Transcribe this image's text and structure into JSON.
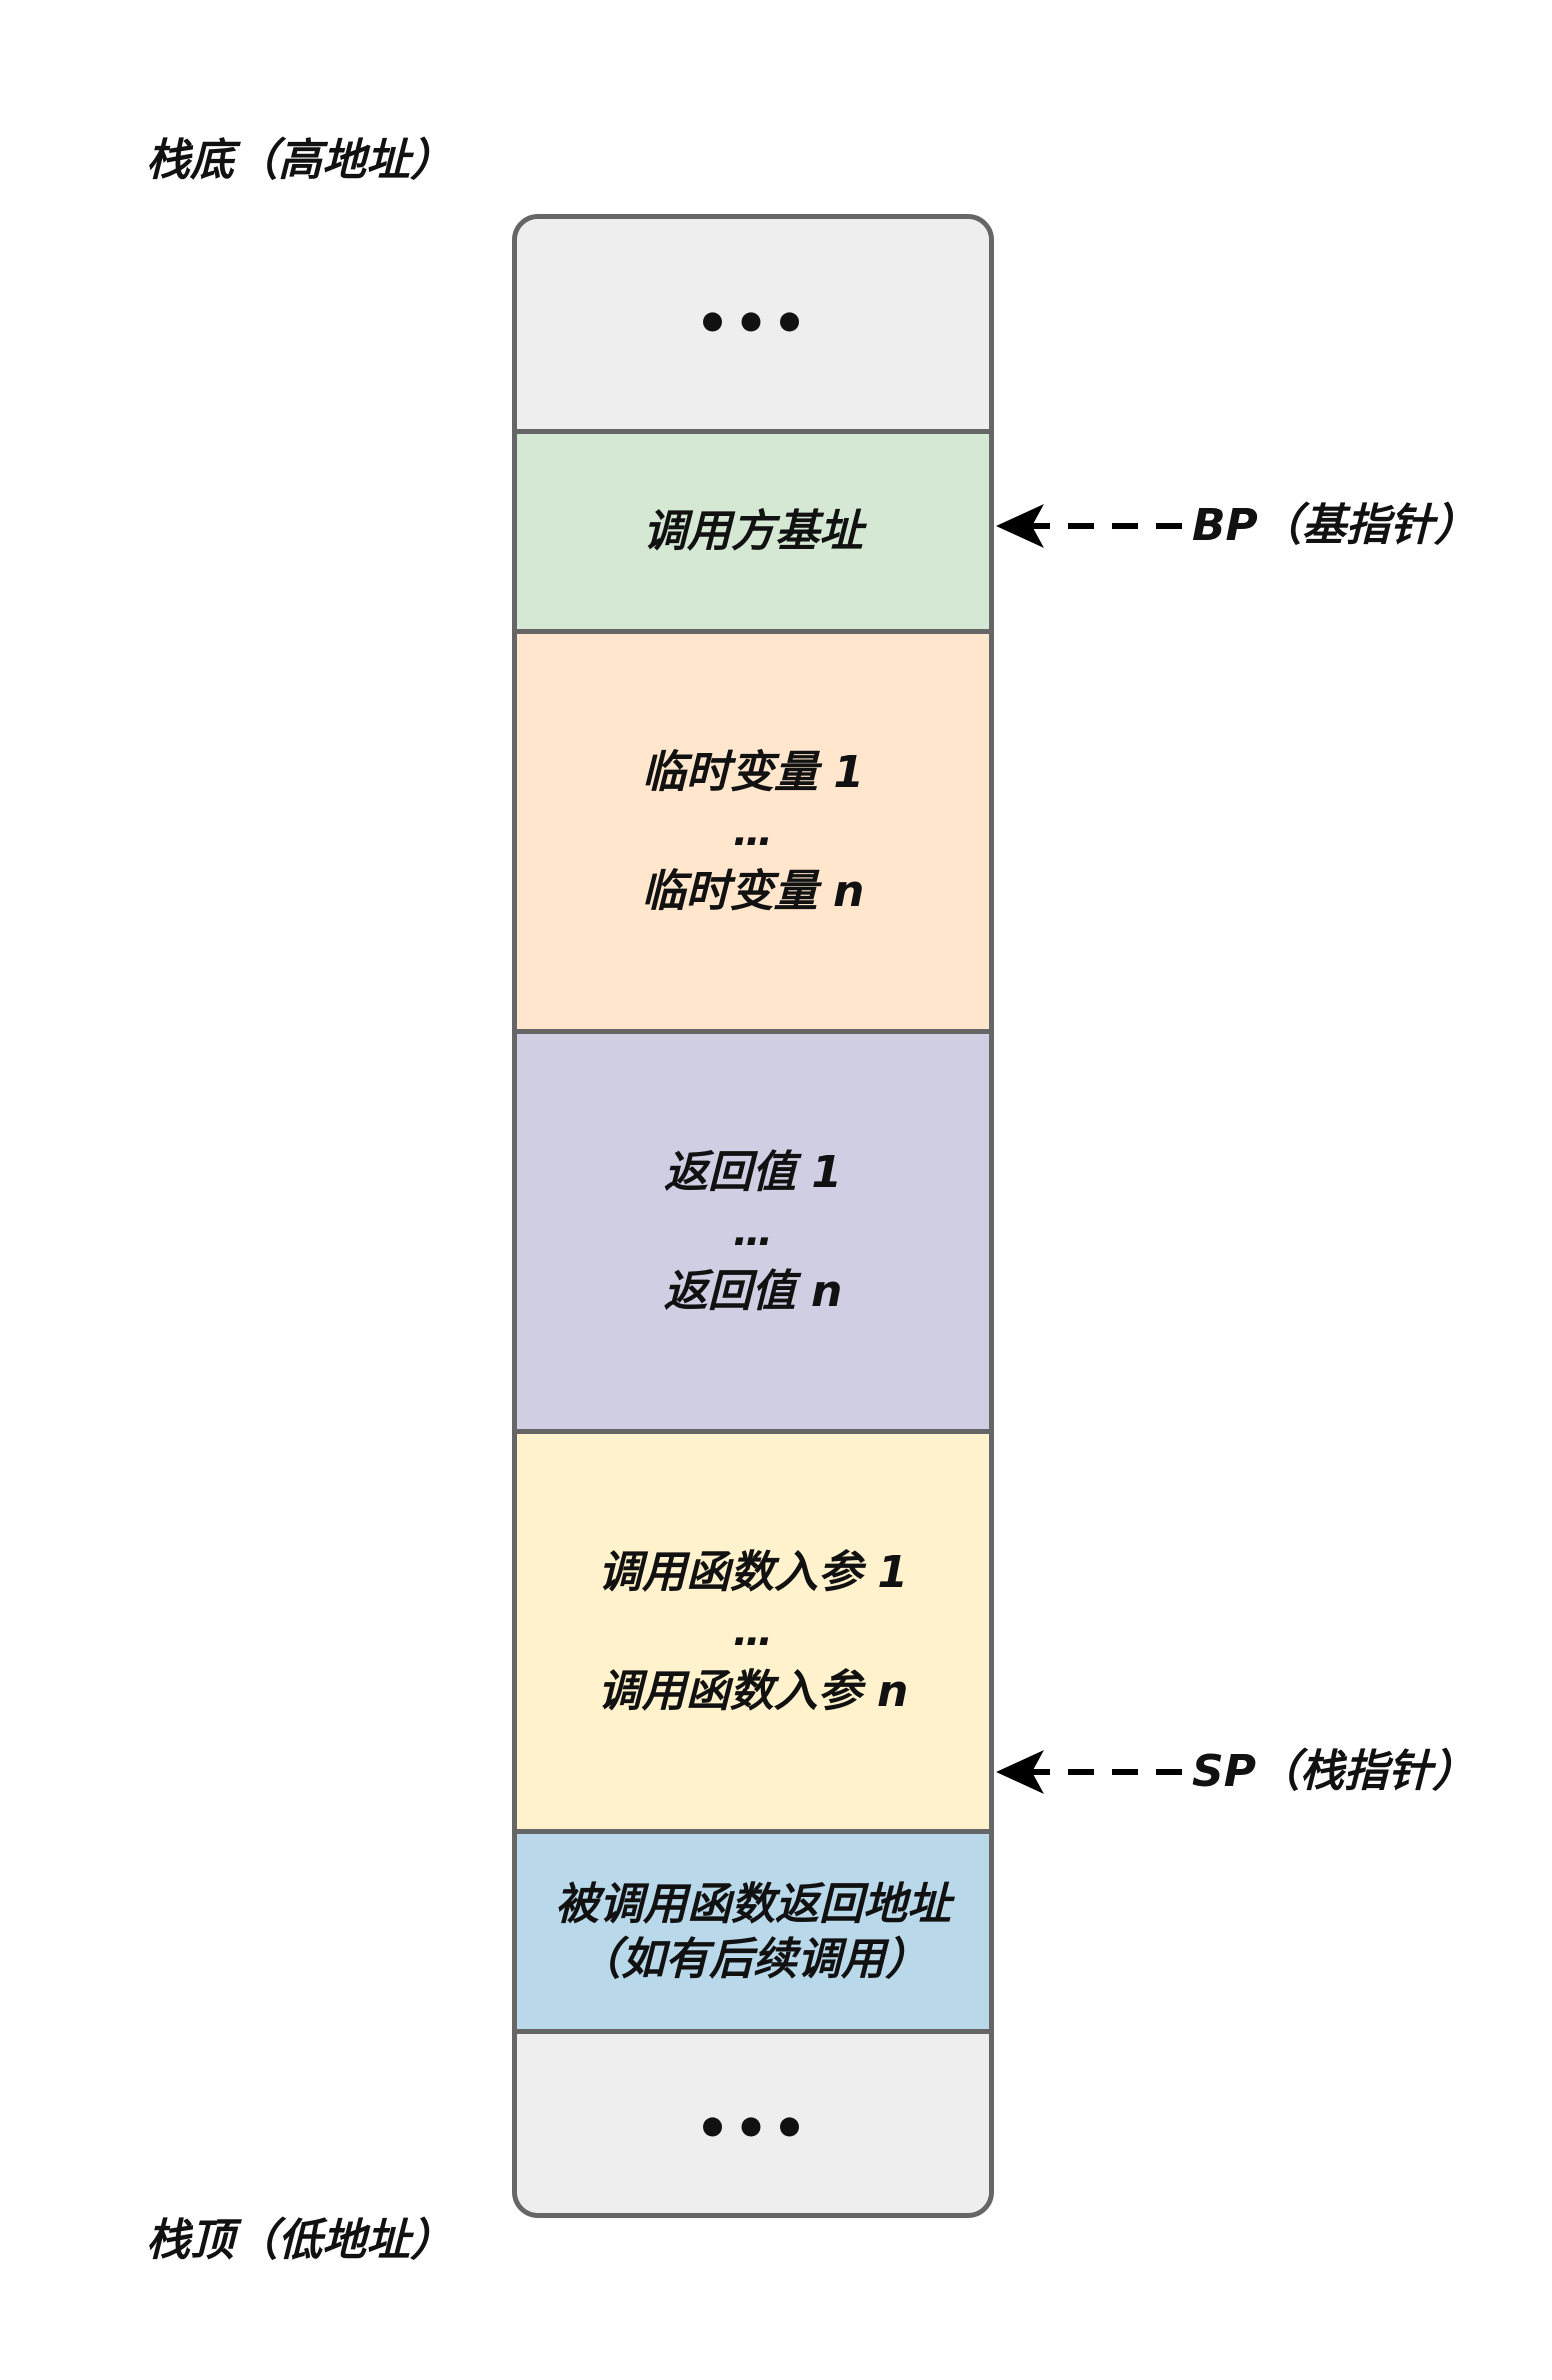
{
  "labels": {
    "stack_bottom": "栈底（高地址）",
    "stack_top": "栈顶（低地址）"
  },
  "segments": {
    "top_ellipsis": "•••",
    "caller_base": "调用方基址",
    "temp_first": "临时变量 1",
    "temp_dots": "…",
    "temp_last": "临时变量 n",
    "ret_first": "返回值 1",
    "ret_dots": "…",
    "ret_last": "返回值 n",
    "arg_first": "调用函数入参 1",
    "arg_dots": "…",
    "arg_last": "调用函数入参 n",
    "callee_ret_line1": "被调用函数返回地址",
    "callee_ret_line2": "（如有后续调用）",
    "bottom_ellipsis": "•••"
  },
  "pointers": {
    "bp": "BP（基指针）",
    "sp": "SP（栈指针）"
  },
  "colors": {
    "ellipsis_fill": "#eeeeee",
    "caller_base_fill": "#d5e8d4",
    "temp_vars_fill": "#ffe6cc",
    "return_values_fill": "#d0cee2",
    "args_fill": "#fff2cc",
    "return_address_fill": "#b9d9ea",
    "border": "#666666"
  }
}
